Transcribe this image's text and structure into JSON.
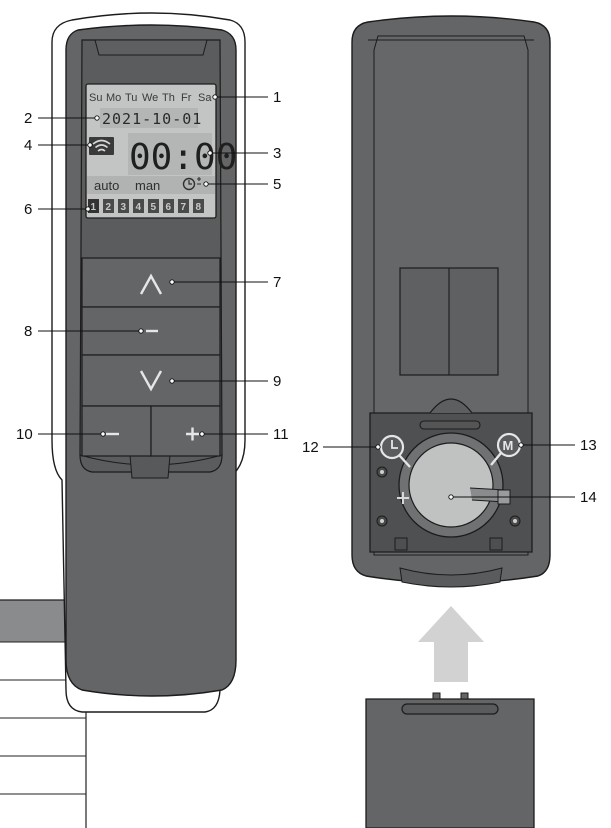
{
  "lcd": {
    "weekdays": [
      "Su",
      "Mo",
      "Tu",
      "We",
      "Th",
      "Fr",
      "Sa"
    ],
    "date": "2021-10-01",
    "time": "00:00",
    "mode_auto": "auto",
    "mode_manual": "man",
    "channels": [
      "1",
      "2",
      "3",
      "4",
      "5",
      "6",
      "7",
      "8"
    ]
  },
  "buttons": {
    "up_symbol": "⋀",
    "stop_symbol": "–",
    "down_symbol": "⋁",
    "minus_symbol": "–",
    "plus_symbol": "+"
  },
  "back": {
    "clock_button_letter": "",
    "m_button_letter": "M",
    "battery_plus": "+"
  },
  "callouts": {
    "c1": "1",
    "c2": "2",
    "c3": "3",
    "c4": "4",
    "c5": "5",
    "c6": "6",
    "c7": "7",
    "c8": "8",
    "c9": "9",
    "c10": "10",
    "c11": "11",
    "c12": "12",
    "c13": "13",
    "c14": "14"
  },
  "colors": {
    "body": "#646566",
    "body_dark": "#4e4f50",
    "outline": "#1c1c1c",
    "lcd": "#c3c4c4",
    "arrow": "#d2d2d2",
    "table_header": "#8a8b8c"
  }
}
